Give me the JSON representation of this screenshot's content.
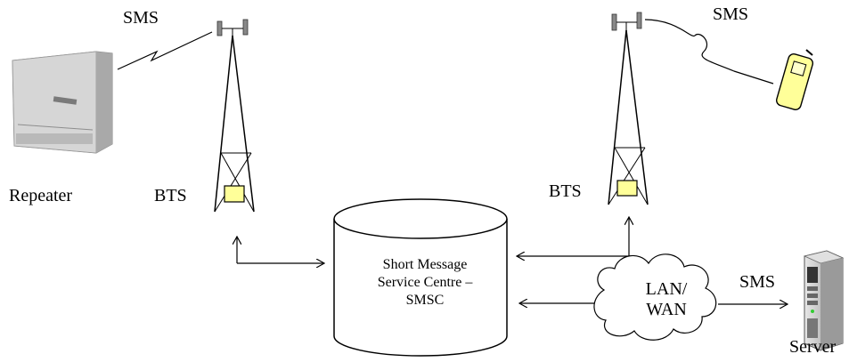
{
  "labels": {
    "sms_left": "SMS",
    "sms_right": "SMS",
    "sms_server": "SMS",
    "repeater": "Repeater",
    "bts_left": "BTS",
    "bts_right": "BTS",
    "smsc_line1": "Short Message",
    "smsc_line2": "Service Centre –",
    "smsc_line3": "SMSC",
    "cloud_line1": "LAN/",
    "cloud_line2": "WAN",
    "server": "Server"
  },
  "colors": {
    "device_yellow": "#ffff99",
    "line": "#000000",
    "repeater_gray": "#c8c8c8",
    "server_gray": "#b5b5b5",
    "cloud_fill": "#ffffff"
  }
}
